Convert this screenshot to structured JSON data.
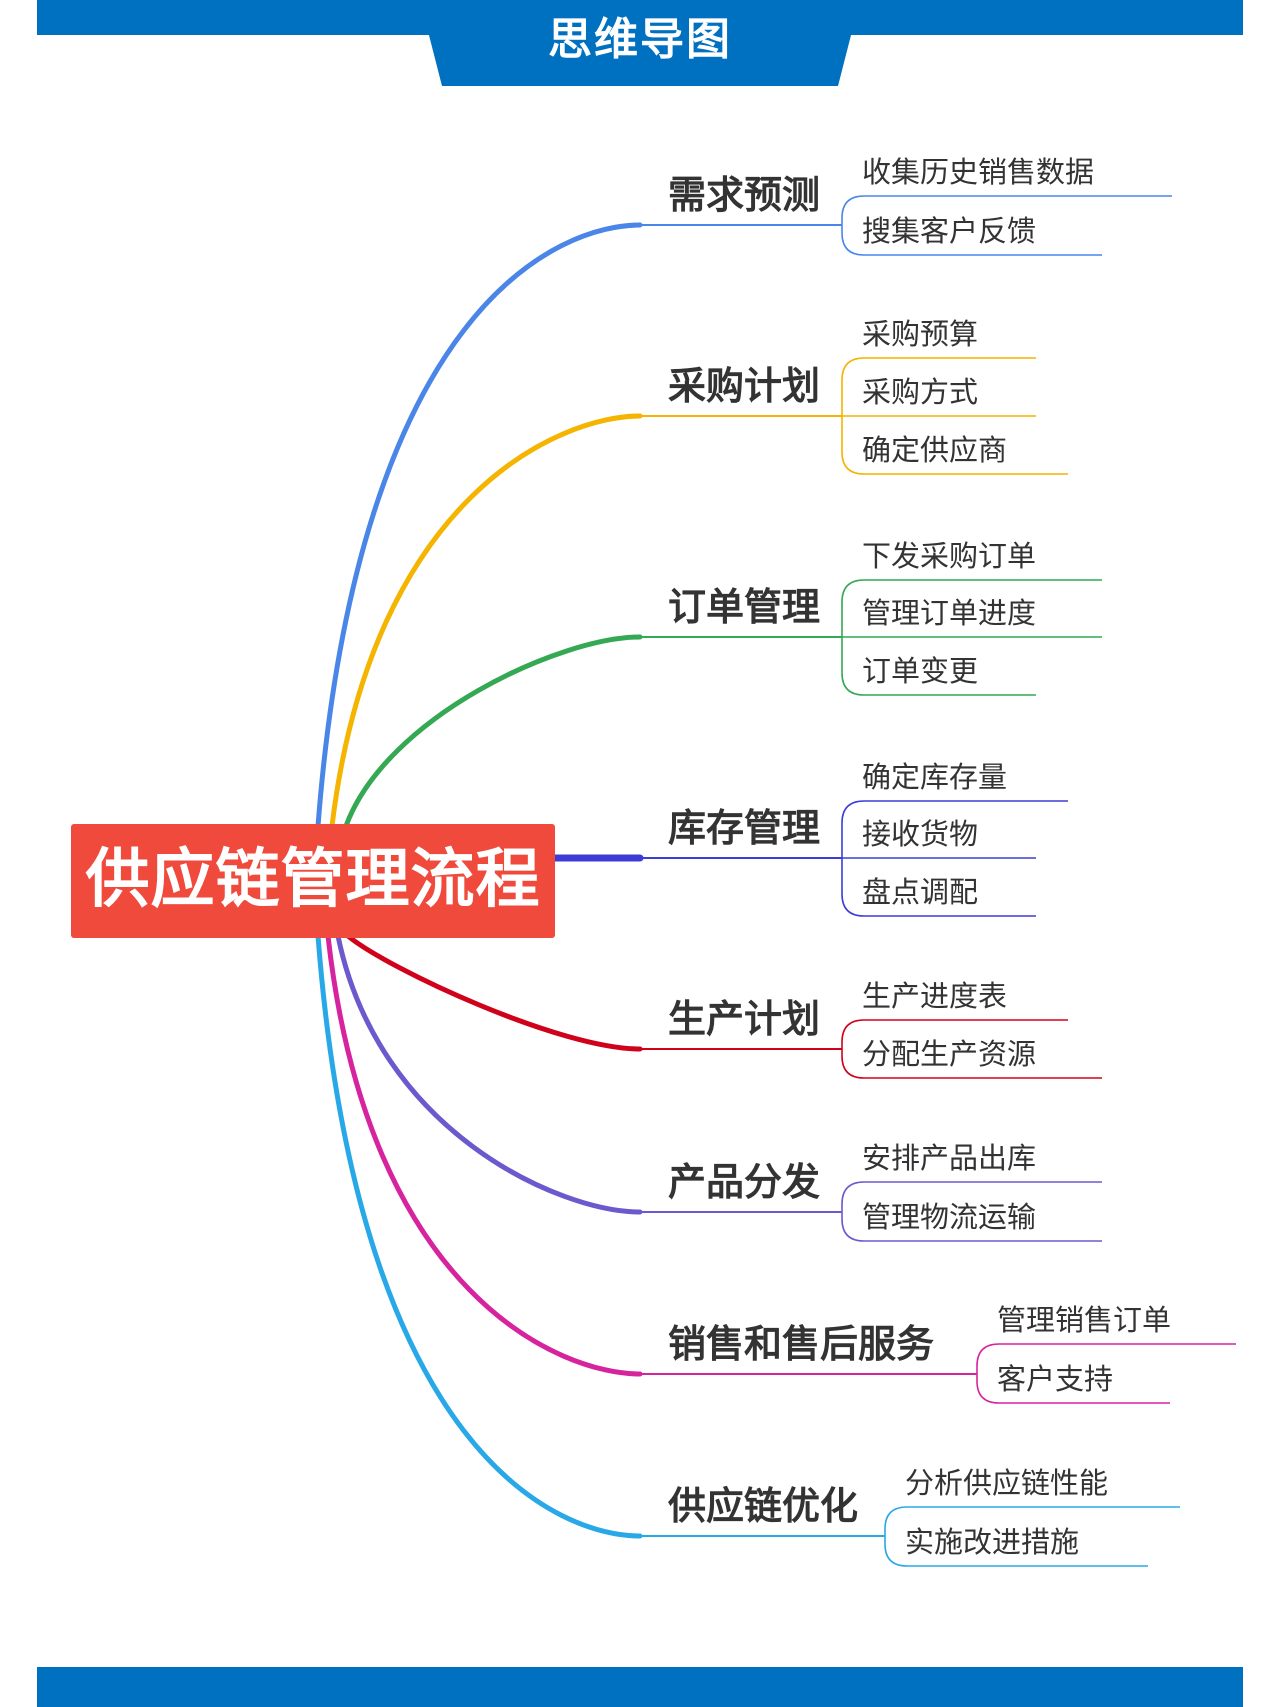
{
  "header": {
    "title": "思维导图"
  },
  "mindmap": {
    "root": "供应链管理流程",
    "branches": [
      {
        "label": "需求预测",
        "color": "#4a86e8",
        "children": [
          "收集历史销售数据",
          "搜集客户反馈"
        ]
      },
      {
        "label": "采购计划",
        "color": "#f4b400",
        "children": [
          "采购预算",
          "采购方式",
          "确定供应商"
        ]
      },
      {
        "label": "订单管理",
        "color": "#34a853",
        "children": [
          "下发采购订单",
          "管理订单进度",
          "订单变更"
        ]
      },
      {
        "label": "库存管理",
        "color": "#3d3dd6",
        "children": [
          "确定库存量",
          "接收货物",
          "盘点调配"
        ]
      },
      {
        "label": "生产计划",
        "color": "#d0021b",
        "children": [
          "生产进度表",
          "分配生产资源"
        ]
      },
      {
        "label": "产品分发",
        "color": "#6a5acd",
        "children": [
          "安排产品出库",
          "管理物流运输"
        ]
      },
      {
        "label": "销售和售后服务",
        "color": "#d6249f",
        "children": [
          "管理销售订单",
          "客户支持"
        ]
      },
      {
        "label": "供应链优化",
        "color": "#29a8e8",
        "children": [
          "分析供应链性能",
          "实施改进措施"
        ]
      }
    ]
  }
}
